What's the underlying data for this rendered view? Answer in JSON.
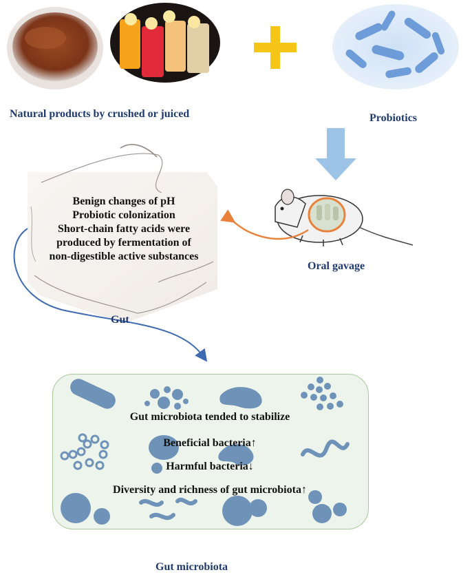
{
  "labels": {
    "natural_products": "Natural products by crushed or juiced",
    "probiotics": "Probiotics",
    "oral_gavage": "Oral gavage",
    "gut": "Gut",
    "gut_microbiota": "Gut microbiota"
  },
  "gut_effects": [
    "Benign changes of pH",
    "Probiotic colonization",
    "Short-chain fatty acids were",
    "produced by fermentation of",
    "non-digestible active substances"
  ],
  "microbiota_effects": [
    "Gut microbiota tended to stabilize",
    "Beneficial bacteria↑",
    "Harmful bacteria↓",
    "Diversity and richness of gut microbiota↑"
  ],
  "colors": {
    "label_text": "#1f3a6e",
    "plus": "#f5c518",
    "down_arrow": "#9dc3e6",
    "orange_arrow": "#e8823a",
    "blue_arrow": "#3d6ab0",
    "microbe": "#6f93b8"
  }
}
